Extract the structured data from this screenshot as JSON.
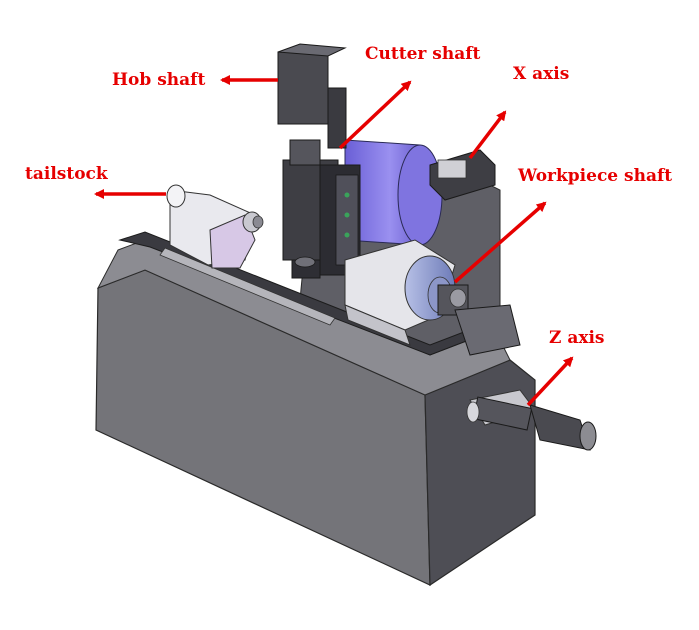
{
  "accent_color": "#e60000",
  "labels": {
    "hob_shaft": "Hob shaft",
    "cutter_shaft": "Cutter shaft",
    "x_axis": "X axis",
    "tailstock": "tailstock",
    "workpiece_shaft": "Workpiece shaft",
    "z_axis": "Z axis"
  }
}
